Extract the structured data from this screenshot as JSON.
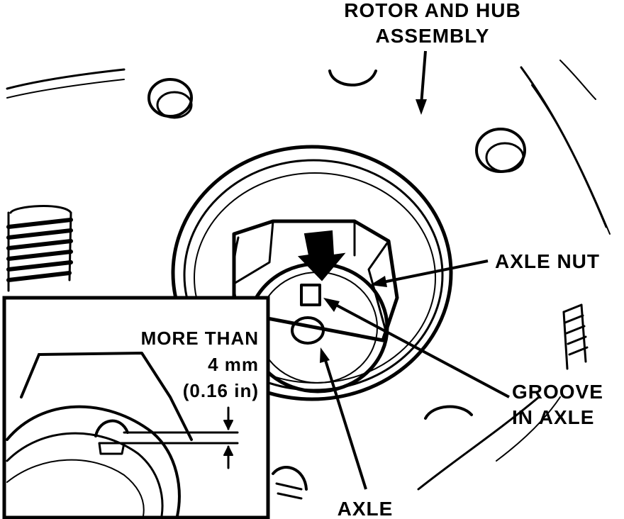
{
  "labels": {
    "rotor_line1": "ROTOR AND HUB",
    "rotor_line2": "ASSEMBLY",
    "axle_nut": "AXLE NUT",
    "groove_line1": "GROOVE",
    "groove_line2": "IN AXLE",
    "axle": "AXLE",
    "inset_line1": "MORE THAN",
    "inset_line2": "4 mm",
    "inset_line3": "(0.16 in)"
  },
  "colors": {
    "ink": "#000000",
    "paper": "#ffffff"
  }
}
